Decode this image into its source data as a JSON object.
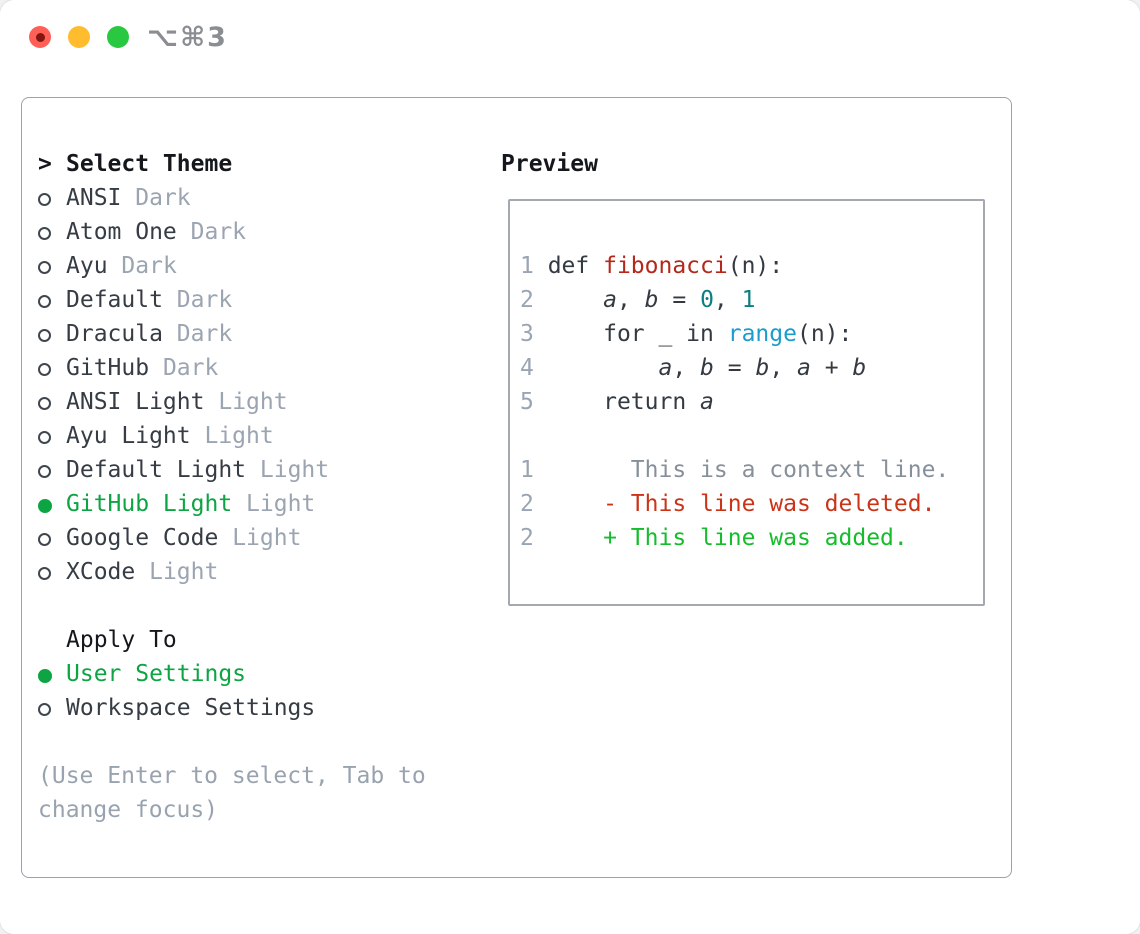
{
  "window": {
    "title_shortcut": "⌥⌘3"
  },
  "theme_panel": {
    "prompt": ">",
    "header": "Select Theme",
    "items": [
      {
        "name": "ANSI",
        "tag": "Dark",
        "selected": false
      },
      {
        "name": "Atom One",
        "tag": "Dark",
        "selected": false
      },
      {
        "name": "Ayu",
        "tag": "Dark",
        "selected": false
      },
      {
        "name": "Default",
        "tag": "Dark",
        "selected": false
      },
      {
        "name": "Dracula",
        "tag": "Dark",
        "selected": false
      },
      {
        "name": "GitHub",
        "tag": "Dark",
        "selected": false
      },
      {
        "name": "ANSI Light",
        "tag": "Light",
        "selected": false
      },
      {
        "name": "Ayu Light",
        "tag": "Light",
        "selected": false
      },
      {
        "name": "Default Light",
        "tag": "Light",
        "selected": false
      },
      {
        "name": "GitHub Light",
        "tag": "Light",
        "selected": true
      },
      {
        "name": "Google Code",
        "tag": "Light",
        "selected": false
      },
      {
        "name": "XCode",
        "tag": "Light",
        "selected": false
      }
    ]
  },
  "apply_panel": {
    "header": "Apply To",
    "options": [
      {
        "name": "User Settings",
        "selected": true
      },
      {
        "name": "Workspace Settings",
        "selected": false
      }
    ]
  },
  "hint": "(Use Enter to select, Tab to change focus)",
  "preview": {
    "header": "Preview",
    "lines": [
      [
        {
          "t": "1 ",
          "c": "ln"
        },
        {
          "t": "def ",
          "c": "code"
        },
        {
          "t": "fibonacci",
          "c": "func"
        },
        {
          "t": "(n):",
          "c": "code"
        }
      ],
      [
        {
          "t": "2 ",
          "c": "ln"
        },
        {
          "t": "    ",
          "c": "code"
        },
        {
          "t": "a",
          "c": "var"
        },
        {
          "t": ", ",
          "c": "code"
        },
        {
          "t": "b",
          "c": "var"
        },
        {
          "t": " = ",
          "c": "code"
        },
        {
          "t": "0",
          "c": "num"
        },
        {
          "t": ", ",
          "c": "code"
        },
        {
          "t": "1",
          "c": "num"
        }
      ],
      [
        {
          "t": "3 ",
          "c": "ln"
        },
        {
          "t": "    for _ in ",
          "c": "code"
        },
        {
          "t": "range",
          "c": "builtin"
        },
        {
          "t": "(n):",
          "c": "code"
        }
      ],
      [
        {
          "t": "4 ",
          "c": "ln"
        },
        {
          "t": "        ",
          "c": "code"
        },
        {
          "t": "a",
          "c": "var"
        },
        {
          "t": ", ",
          "c": "code"
        },
        {
          "t": "b",
          "c": "var"
        },
        {
          "t": " = ",
          "c": "code"
        },
        {
          "t": "b",
          "c": "var"
        },
        {
          "t": ", ",
          "c": "code"
        },
        {
          "t": "a",
          "c": "var"
        },
        {
          "t": " + ",
          "c": "code"
        },
        {
          "t": "b",
          "c": "var"
        }
      ],
      [
        {
          "t": "5 ",
          "c": "ln"
        },
        {
          "t": "    return ",
          "c": "code"
        },
        {
          "t": "a",
          "c": "var"
        }
      ],
      [],
      [
        {
          "t": "1 ",
          "c": "ln"
        },
        {
          "t": "      ",
          "c": "context"
        },
        {
          "t": "This is a context line.",
          "c": "context"
        }
      ],
      [
        {
          "t": "2 ",
          "c": "ln"
        },
        {
          "t": "    ",
          "c": "code"
        },
        {
          "t": "- This line was deleted.",
          "c": "deleted"
        }
      ],
      [
        {
          "t": "2 ",
          "c": "ln"
        },
        {
          "t": "    ",
          "c": "code"
        },
        {
          "t": "+ This line was added.",
          "c": "added"
        }
      ]
    ]
  },
  "colors": {
    "accent-green": "#0da443",
    "text-dark": "#363c44",
    "text-black": "#14171c",
    "tag-gray": "#9ba4b1",
    "line-number": "#9aa5b3",
    "code": "#343a41",
    "func": "#b5271b",
    "num": "#0c7f83",
    "builtin": "#1b9ccb",
    "context": "#87909a",
    "deleted": "#cb3418",
    "added": "#15bd2b",
    "hint": "#99a3af",
    "panel-border": "#99a2ad",
    "box-border": "#a2a9b0",
    "radio-ring": "#3f464e",
    "title-gray": "#8a8e93",
    "light-red": "#ff5f57",
    "light-red-dot": "#7f1710",
    "light-yellow": "#febc2e",
    "light-green": "#28c840"
  }
}
